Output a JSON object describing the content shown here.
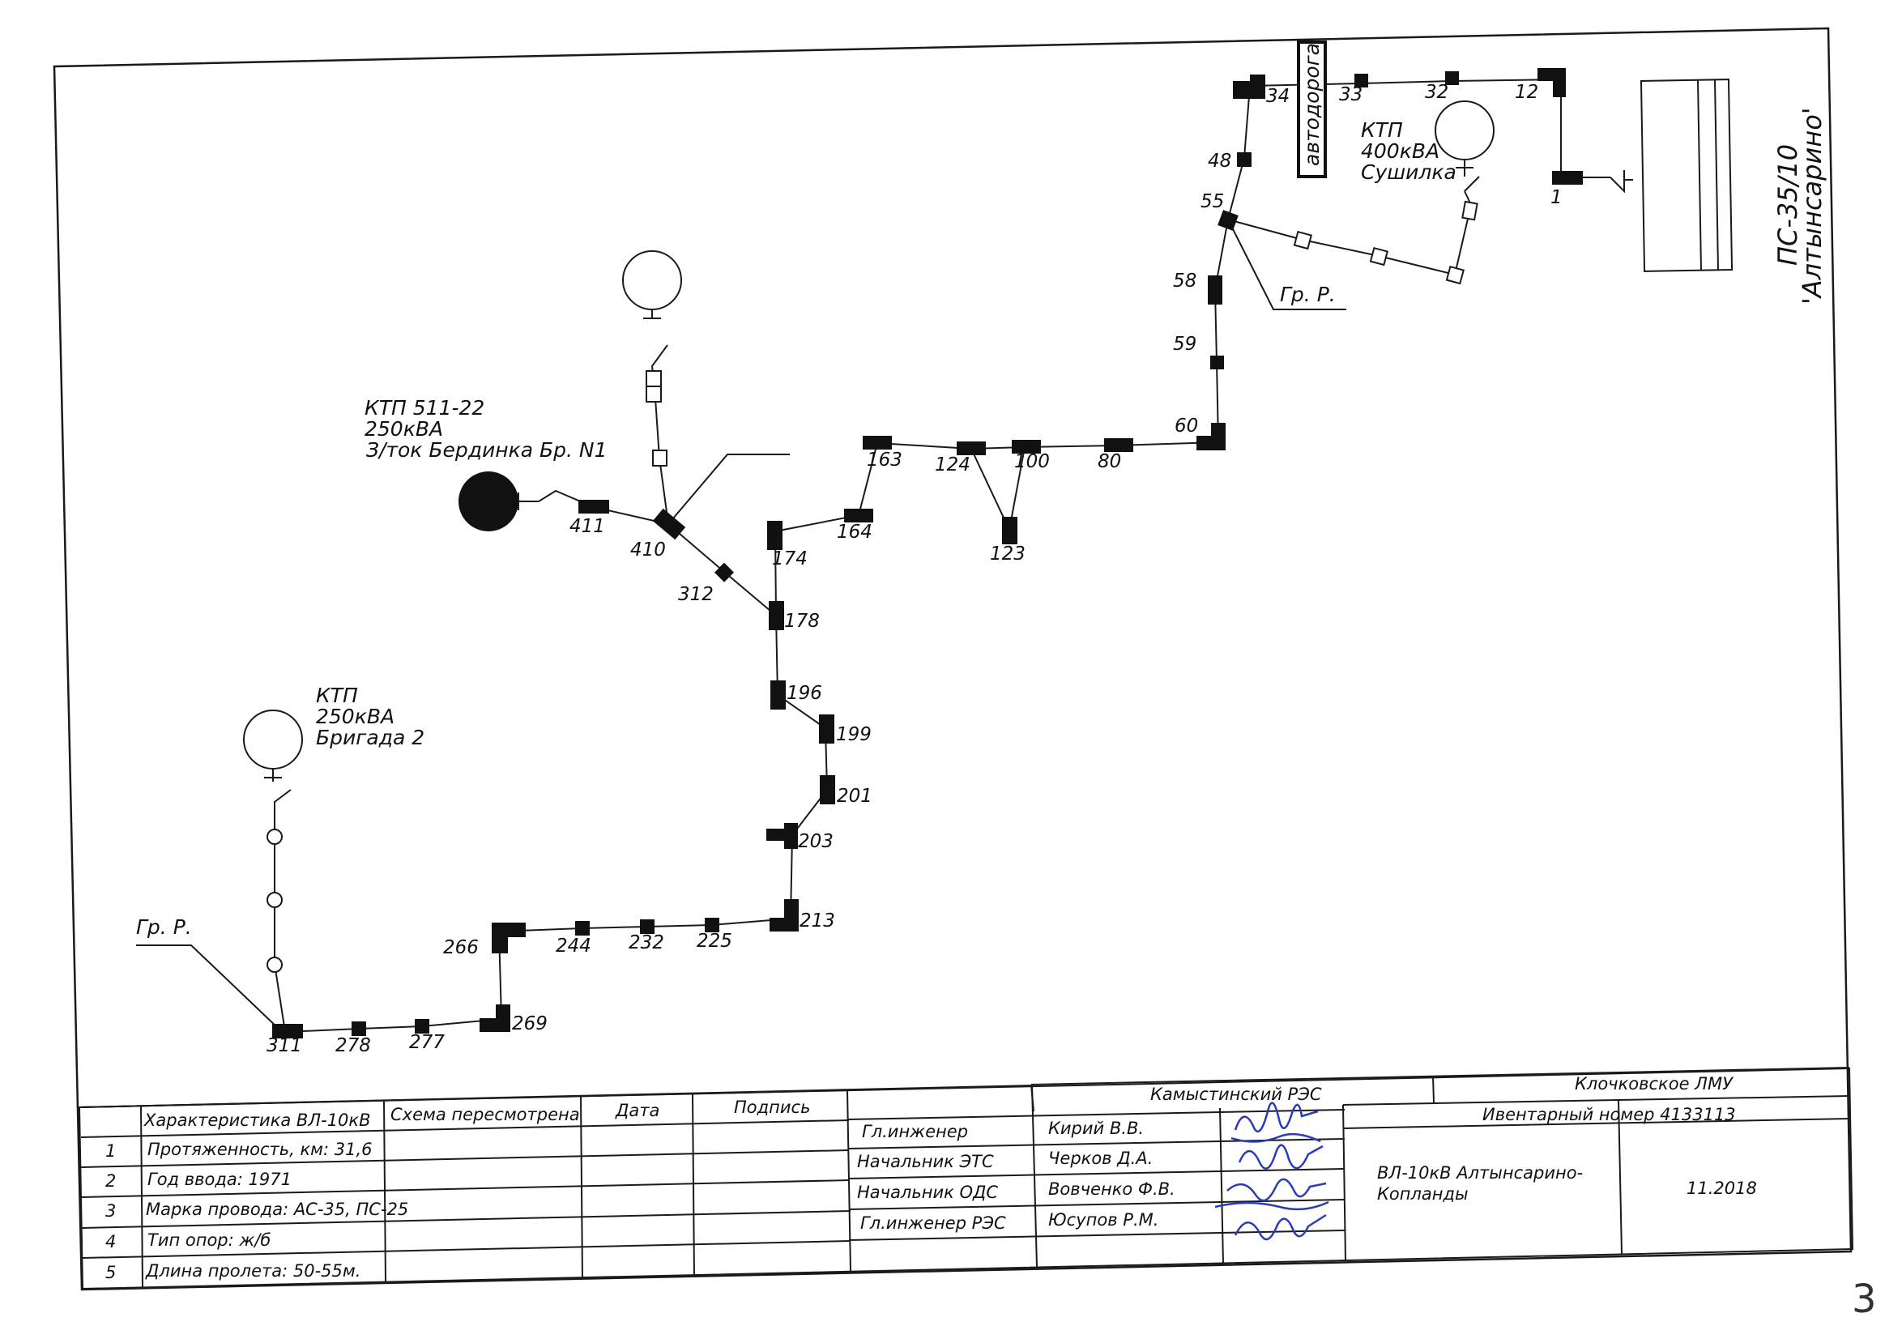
{
  "diagram": {
    "poles": {
      "p34": "34",
      "p33": "33",
      "p32": "32",
      "p12": "12",
      "p1": "1",
      "p48": "48",
      "p55": "55",
      "p58": "58",
      "p59": "59",
      "p60": "60",
      "p80": "80",
      "p100": "100",
      "p124": "124",
      "p123": "123",
      "p163": "163",
      "p164": "164",
      "p174": "174",
      "p178": "178",
      "p312": "312",
      "p410": "410",
      "p411": "411",
      "p196": "196",
      "p199": "199",
      "p201": "201",
      "p203": "203",
      "p213": "213",
      "p225": "225",
      "p232": "232",
      "p244": "244",
      "p266": "266",
      "p269": "269",
      "p277": "277",
      "p278": "278",
      "p311": "311"
    },
    "road_label": "автодорога",
    "ktp_sushilka": [
      "КТП",
      "400кВА",
      "Сушилка"
    ],
    "ktp_511": [
      "КТП 511-22",
      "250кВА",
      "З/ток Бердинка Бр. N1"
    ],
    "ktp_brigada": [
      "КТП",
      "250кВА",
      "Бригада 2"
    ],
    "gr_r_top": "Гр. Р.",
    "gr_r_left": "Гр. Р.",
    "substation": [
      "ПС-35/10",
      "'Алтынсарино'"
    ]
  },
  "title_block": {
    "org_res": "Камыстинский РЭС",
    "org_lmu": "Клочковское ЛМУ",
    "inventory": "Ивентарный номер 4133113",
    "headers": {
      "characteristic": "Характеристика ВЛ-10кВ",
      "revised": "Схема пересмотрена",
      "date": "Дата",
      "signature": "Подпись"
    },
    "rows": [
      {
        "n": "1",
        "text": "Протяженность, км: 31,6"
      },
      {
        "n": "2",
        "text": "Год ввода: 1971"
      },
      {
        "n": "3",
        "text": "Марка провода: АС-35, ПС-25"
      },
      {
        "n": "4",
        "text": "Тип опор: ж/б"
      },
      {
        "n": "5",
        "text": "Длина пролета: 50-55м."
      }
    ],
    "staff": [
      {
        "role": "Гл.инженер",
        "name": "Кирий В.В."
      },
      {
        "role": "Начальник ЭТС",
        "name": "Черков Д.А."
      },
      {
        "role": "Начальник ОДС",
        "name": "Вовченко Ф.В."
      },
      {
        "role": "Гл.инженер РЭС",
        "name": "Юсупов Р.М."
      }
    ],
    "line_name": [
      "ВЛ-10кВ Алтынсарино-",
      "Копланды"
    ],
    "date_value": "11.2018"
  },
  "page_number": "3"
}
